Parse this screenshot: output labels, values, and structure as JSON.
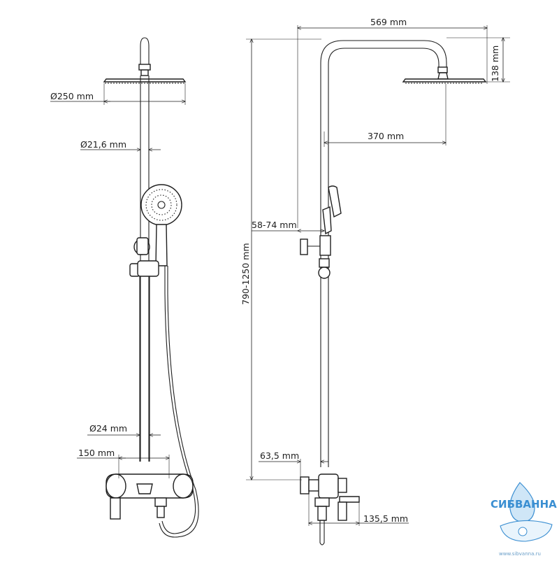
{
  "dimensions": {
    "head_diameter": "Ø250 mm",
    "pipe_diameter_upper": "Ø21,6 mm",
    "pipe_diameter_lower": "Ø24 mm",
    "mixer_width": "150 mm",
    "arm_reach": "569 mm",
    "head_drop": "138 mm",
    "head_offset": "370 mm",
    "holder_offset": "58-74 mm",
    "height_range": "790-1250 mm",
    "mixer_offset": "63,5 mm",
    "spout_length": "135,5 mm"
  },
  "brand": {
    "name": "СИБВАННА",
    "url": "www.sibvanna.ru"
  },
  "colors": {
    "line": "#1e1e1e",
    "brand_blue": "#3b8fd2"
  }
}
